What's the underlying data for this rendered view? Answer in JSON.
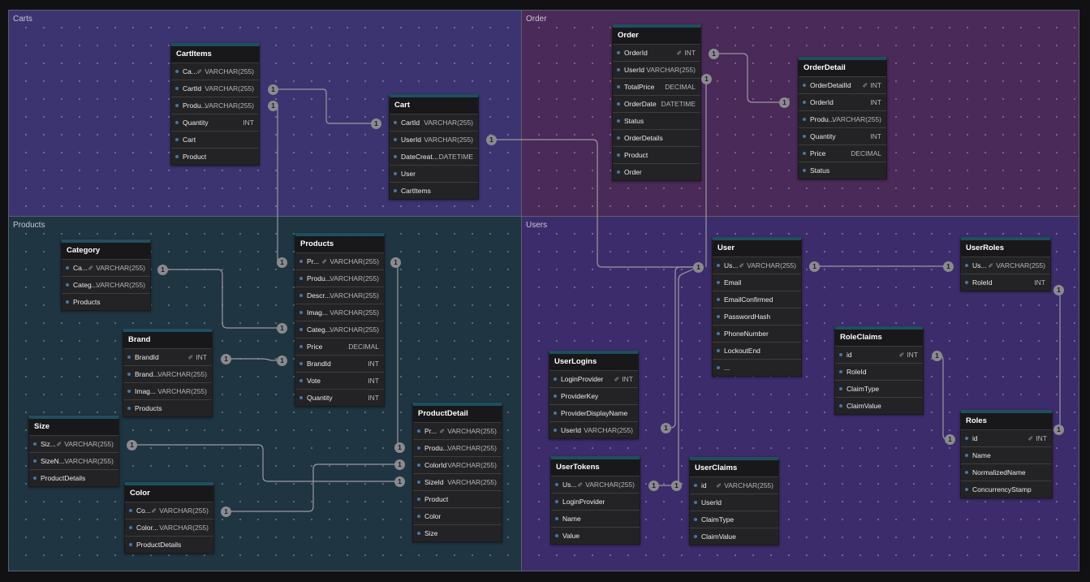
{
  "groups": {
    "carts": {
      "label": "Carts",
      "color": "#3b3470"
    },
    "order": {
      "label": "Order",
      "color": "#4a2a58"
    },
    "products": {
      "label": "Products",
      "color": "#1f3542"
    },
    "users": {
      "label": "Users",
      "color": "#3d2c6b"
    }
  },
  "tables": {
    "cartitems": {
      "name": "CartItems",
      "fields": [
        {
          "name": "Ca...",
          "type": "VARCHAR(255)",
          "key": true
        },
        {
          "name": "CartId",
          "type": "VARCHAR(255)"
        },
        {
          "name": "Produ...",
          "type": "VARCHAR(255)"
        },
        {
          "name": "Quantity",
          "type": "INT"
        },
        {
          "name": "Cart",
          "type": ""
        },
        {
          "name": "Product",
          "type": ""
        }
      ]
    },
    "cart": {
      "name": "Cart",
      "fields": [
        {
          "name": "CartId",
          "type": "VARCHAR(255)"
        },
        {
          "name": "UserId",
          "type": "VARCHAR(255)"
        },
        {
          "name": "DateCreat...",
          "type": "DATETIME"
        },
        {
          "name": "User",
          "type": ""
        },
        {
          "name": "CartItems",
          "type": ""
        }
      ]
    },
    "order": {
      "name": "Order",
      "fields": [
        {
          "name": "OrderId",
          "type": "INT",
          "key": true
        },
        {
          "name": "UserId",
          "type": "VARCHAR(255)"
        },
        {
          "name": "TotalPrice",
          "type": "DECIMAL"
        },
        {
          "name": "OrderDate",
          "type": "DATETIME"
        },
        {
          "name": "Status",
          "type": ""
        },
        {
          "name": "OrderDetails",
          "type": ""
        },
        {
          "name": "Product",
          "type": ""
        },
        {
          "name": "Order",
          "type": ""
        }
      ]
    },
    "orderdetail": {
      "name": "OrderDetail",
      "fields": [
        {
          "name": "OrderDetailId",
          "type": "INT",
          "key": true
        },
        {
          "name": "OrderId",
          "type": "INT"
        },
        {
          "name": "Produ...",
          "type": "VARCHAR(255)"
        },
        {
          "name": "Quantity",
          "type": "INT"
        },
        {
          "name": "Price",
          "type": "DECIMAL"
        },
        {
          "name": "Status",
          "type": ""
        }
      ]
    },
    "category": {
      "name": "Category",
      "fields": [
        {
          "name": "Ca...",
          "type": "VARCHAR(255)",
          "key": true
        },
        {
          "name": "Categ...",
          "type": "VARCHAR(255)"
        },
        {
          "name": "Products",
          "type": ""
        }
      ]
    },
    "products": {
      "name": "Products",
      "fields": [
        {
          "name": "Pr...",
          "type": "VARCHAR(255)",
          "key": true
        },
        {
          "name": "Produ...",
          "type": "VARCHAR(255)"
        },
        {
          "name": "Descr...",
          "type": "VARCHAR(255)"
        },
        {
          "name": "Imag...",
          "type": "VARCHAR(255)"
        },
        {
          "name": "Categ...",
          "type": "VARCHAR(255)"
        },
        {
          "name": "Price",
          "type": "DECIMAL"
        },
        {
          "name": "BrandId",
          "type": "INT"
        },
        {
          "name": "Vote",
          "type": "INT"
        },
        {
          "name": "Quantity",
          "type": "INT"
        }
      ]
    },
    "brand": {
      "name": "Brand",
      "fields": [
        {
          "name": "BrandId",
          "type": "INT",
          "key": true
        },
        {
          "name": "Brand...",
          "type": "VARCHAR(255)"
        },
        {
          "name": "Imag...",
          "type": "VARCHAR(255)"
        },
        {
          "name": "Products",
          "type": ""
        }
      ]
    },
    "size": {
      "name": "Size",
      "fields": [
        {
          "name": "Siz...",
          "type": "VARCHAR(255)",
          "key": true
        },
        {
          "name": "SizeN...",
          "type": "VARCHAR(255)"
        },
        {
          "name": "ProductDetails",
          "type": ""
        }
      ]
    },
    "color": {
      "name": "Color",
      "fields": [
        {
          "name": "Co...",
          "type": "VARCHAR(255)",
          "key": true
        },
        {
          "name": "Color...",
          "type": "VARCHAR(255)"
        },
        {
          "name": "ProductDetails",
          "type": ""
        }
      ]
    },
    "productdetail": {
      "name": "ProductDetail",
      "fields": [
        {
          "name": "Pr...",
          "type": "VARCHAR(255)",
          "key": true
        },
        {
          "name": "Produ...",
          "type": "VARCHAR(255)"
        },
        {
          "name": "ColorId",
          "type": "VARCHAR(255)"
        },
        {
          "name": "SizeId",
          "type": "VARCHAR(255)"
        },
        {
          "name": "Product",
          "type": ""
        },
        {
          "name": "Color",
          "type": ""
        },
        {
          "name": "Size",
          "type": ""
        }
      ]
    },
    "user": {
      "name": "User",
      "fields": [
        {
          "name": "Us...",
          "type": "VARCHAR(255)",
          "key": true
        },
        {
          "name": "Email",
          "type": ""
        },
        {
          "name": "EmailConfirmed",
          "type": ""
        },
        {
          "name": "PasswordHash",
          "type": ""
        },
        {
          "name": "PhoneNumber",
          "type": ""
        },
        {
          "name": "LockoutEnd",
          "type": ""
        },
        {
          "name": "...",
          "type": ""
        }
      ]
    },
    "userroles": {
      "name": "UserRoles",
      "fields": [
        {
          "name": "Us...",
          "type": "VARCHAR(255)",
          "key": true
        },
        {
          "name": "RoleId",
          "type": "INT"
        }
      ]
    },
    "roleclaims": {
      "name": "RoleClaims",
      "fields": [
        {
          "name": "id",
          "type": "INT",
          "key": true
        },
        {
          "name": "RoleId",
          "type": ""
        },
        {
          "name": "ClaimType",
          "type": ""
        },
        {
          "name": "ClaimValue",
          "type": ""
        }
      ]
    },
    "userlogins": {
      "name": "UserLogins",
      "fields": [
        {
          "name": "LoginProvider",
          "type": "INT",
          "key": true
        },
        {
          "name": "ProviderKey",
          "type": ""
        },
        {
          "name": "ProviderDisplayName",
          "type": ""
        },
        {
          "name": "UserId",
          "type": "VARCHAR(255)"
        }
      ]
    },
    "usertokens": {
      "name": "UserTokens",
      "fields": [
        {
          "name": "Us...",
          "type": "VARCHAR(255)",
          "key": true
        },
        {
          "name": "LoginProvider",
          "type": ""
        },
        {
          "name": "Name",
          "type": ""
        },
        {
          "name": "Value",
          "type": ""
        }
      ]
    },
    "userclaims": {
      "name": "UserClaims",
      "fields": [
        {
          "name": "id",
          "type": "VARCHAR(255)",
          "key": true
        },
        {
          "name": "UserId",
          "type": ""
        },
        {
          "name": "ClaimType",
          "type": ""
        },
        {
          "name": "ClaimValue",
          "type": ""
        }
      ]
    },
    "roles": {
      "name": "Roles",
      "fields": [
        {
          "name": "id",
          "type": "INT",
          "key": true
        },
        {
          "name": "Name",
          "type": ""
        },
        {
          "name": "NormalizedName",
          "type": ""
        },
        {
          "name": "ConcurrencyStamp",
          "type": ""
        }
      ]
    }
  },
  "relation_badge": "1",
  "colors": {
    "edge": "#9a9aa2",
    "badge": "#8a8a90",
    "header_accent": "#1f4f5e",
    "field_dot": "#4a73a8"
  }
}
